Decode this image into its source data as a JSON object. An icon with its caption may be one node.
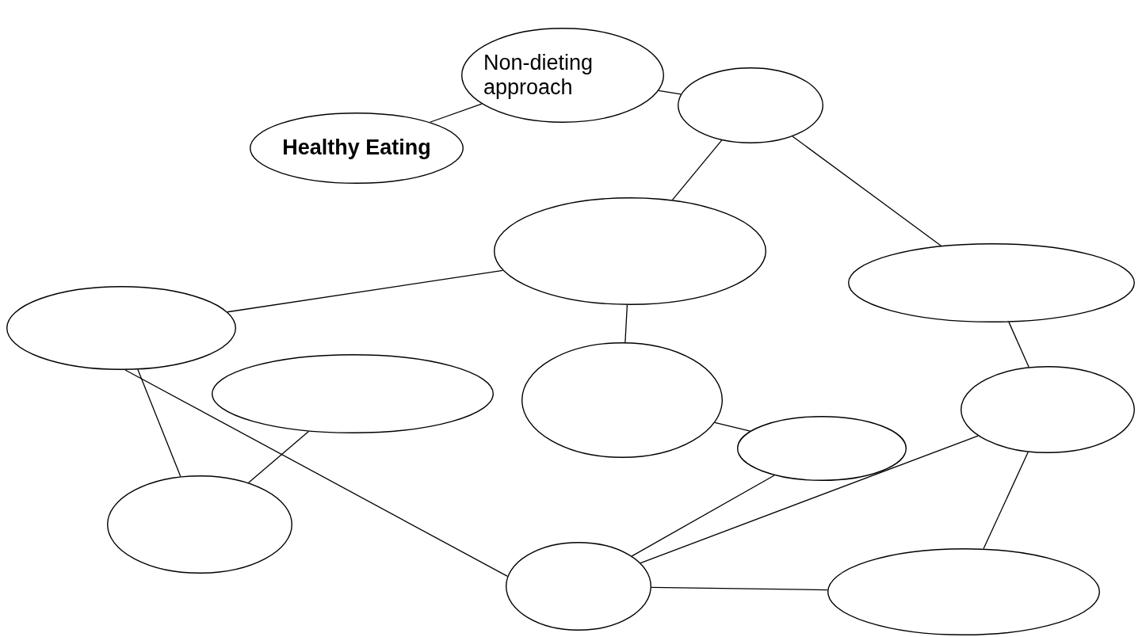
{
  "diagram": {
    "nodes": [
      {
        "text": [
          "Healthy Eating"
        ]
      },
      {
        "text": [
          "Non-dieting approach"
        ]
      },
      {
        "text": [],
        "shape": "ellipse"
      },
      {
        "text": [],
        "shape": "ellipse"
      },
      {
        "text": [],
        "shape": "ellipse"
      },
      {
        "text": [],
        "shape": "ellipse"
      },
      {
        "text": [],
        "shape": "ellipse"
      },
      {
        "text": [],
        "shape": "ellipse"
      },
      {
        "text": [],
        "shape": "ellipse"
      },
      {
        "text": [],
        "shape": "ellipse"
      },
      {
        "text": [],
        "shape": "ellipse"
      },
      {
        "text": [],
        "shape": "ellipse"
      },
      {
        "text": [],
        "shape": "ellipse"
      }
    ],
    "edges": [
      {
        "from": 0,
        "to": 1,
        "arrow": "none"
      },
      {
        "from": 1,
        "to": 2,
        "arrow": "none"
      },
      {
        "from": 2,
        "to": 3,
        "arrow": "none"
      },
      {
        "from": 2,
        "to": 4,
        "arrow": "none"
      },
      {
        "from": 3,
        "to": 5,
        "arrow": "none"
      },
      {
        "from": 3,
        "to": 7,
        "arrow": "none"
      },
      {
        "from": 4,
        "to": 9,
        "arrow": "none"
      },
      {
        "from": 5,
        "to": 10,
        "arrow": "none"
      },
      {
        "from": 5,
        "to": 11,
        "arrow": "none"
      },
      {
        "from": 6,
        "to": 10,
        "arrow": "none"
      },
      {
        "from": 7,
        "to": 8,
        "arrow": "none"
      },
      {
        "from": 8,
        "to": 11,
        "arrow": "none"
      },
      {
        "from": 9,
        "to": 11,
        "arrow": "none"
      },
      {
        "from": 9,
        "to": 12,
        "arrow": "none"
      },
      {
        "from": 11,
        "to": 12,
        "arrow": "none"
      }
    ]
  }
}
